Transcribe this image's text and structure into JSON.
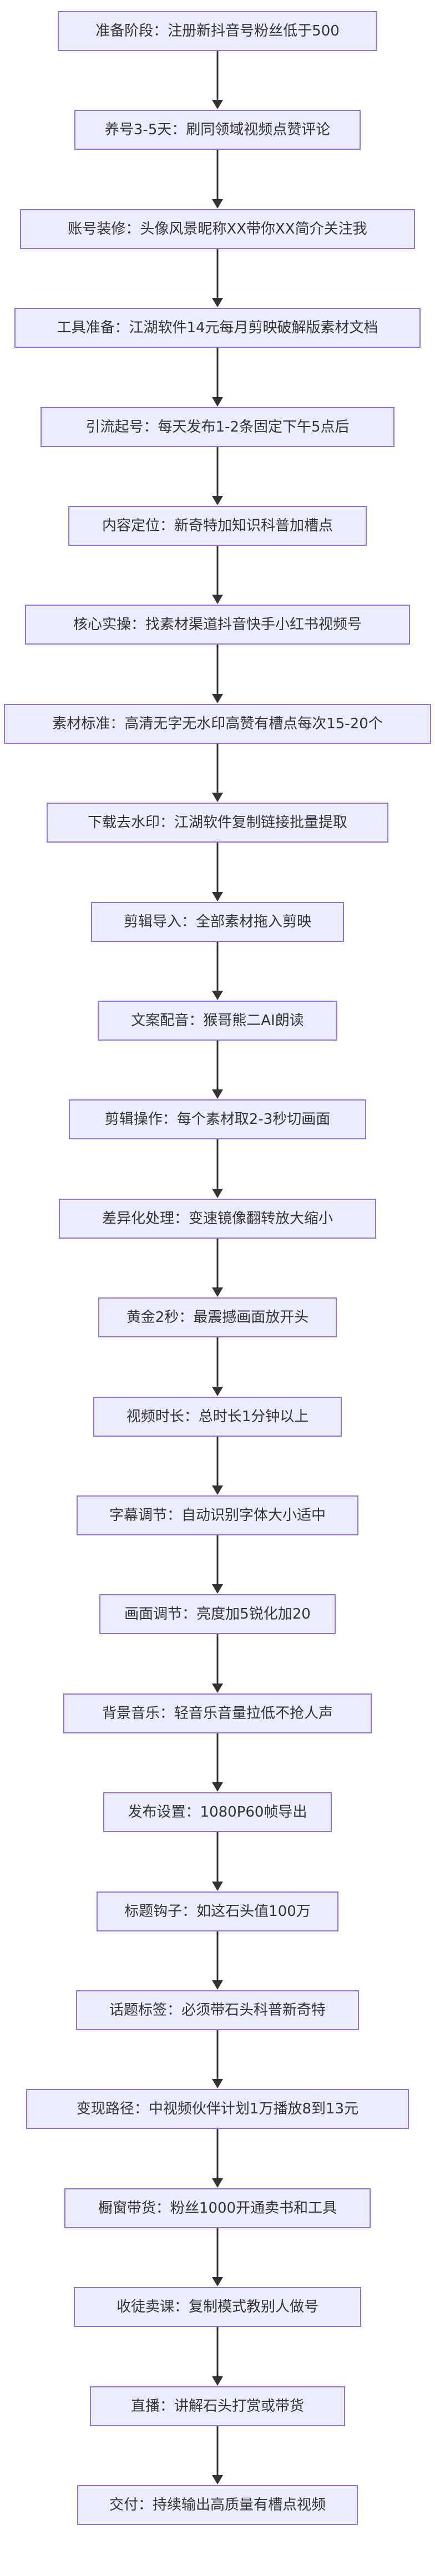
{
  "colors": {
    "node_fill": "#ececff",
    "node_border": "#9370db",
    "text": "#333333",
    "edge": "#333333"
  },
  "nodes": [
    {
      "label": "准备阶段：注册新抖音号粉丝低于500"
    },
    {
      "label": "养号3-5天：刷同领域视频点赞评论"
    },
    {
      "label": "账号装修：头像风景昵称XX带你XX简介关注我"
    },
    {
      "label": "工具准备：江湖软件14元每月剪映破解版素材文档"
    },
    {
      "label": "引流起号：每天发布1-2条固定下午5点后"
    },
    {
      "label": "内容定位：新奇特加知识科普加槽点"
    },
    {
      "label": "核心实操：找素材渠道抖音快手小红书视频号"
    },
    {
      "label": "素材标准：高清无字无水印高赞有槽点每次15-20个"
    },
    {
      "label": "下载去水印：江湖软件复制链接批量提取"
    },
    {
      "label": "剪辑导入：全部素材拖入剪映"
    },
    {
      "label": "文案配音：猴哥熊二AI朗读"
    },
    {
      "label": "剪辑操作：每个素材取2-3秒切画面"
    },
    {
      "label": "差异化处理：变速镜像翻转放大缩小"
    },
    {
      "label": "黄金2秒：最震撼画面放开头"
    },
    {
      "label": "视频时长：总时长1分钟以上"
    },
    {
      "label": "字幕调节：自动识别字体大小适中"
    },
    {
      "label": "画面调节：亮度加5锐化加20"
    },
    {
      "label": "背景音乐：轻音乐音量拉低不抢人声"
    },
    {
      "label": "发布设置：1080P60帧导出"
    },
    {
      "label": "标题钩子：如这石头值100万"
    },
    {
      "label": "话题标签：必须带石头科普新奇特"
    },
    {
      "label": "变现路径：中视频伙伴计划1万播放8到13元"
    },
    {
      "label": "橱窗带货：粉丝1000开通卖书和工具"
    },
    {
      "label": "收徒卖课：复制模式教别人做号"
    },
    {
      "label": "直播：讲解石头打赏或带货"
    },
    {
      "label": "交付：持续输出高质量有槽点视频"
    }
  ]
}
